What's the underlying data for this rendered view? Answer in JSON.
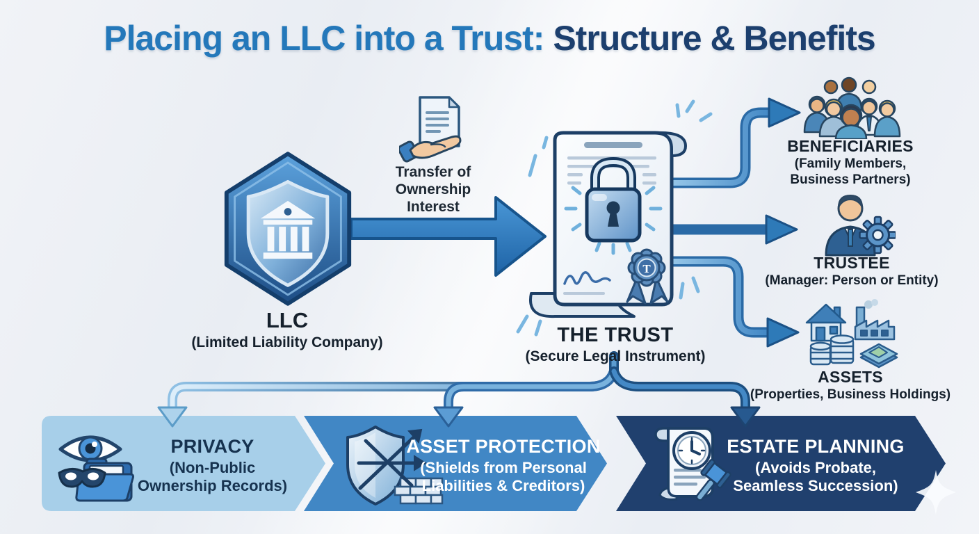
{
  "title": {
    "part1": "Placing an LLC into a Trust: ",
    "part2": "Structure & Benefits"
  },
  "llc": {
    "name": "LLC",
    "subtitle": "(Limited Liability Company)",
    "icon": "shield-bank-hexagon-icon"
  },
  "transfer": {
    "label": "Transfer of\nOwnership\nInterest",
    "icon": "hand-holding-document-icon"
  },
  "trust": {
    "name": "THE TRUST",
    "subtitle": "(Secure Legal Instrument)",
    "seal_letter": "T",
    "icon": "scroll-padlock-seal-icon"
  },
  "recipients": [
    {
      "name": "BENEFICIARIES",
      "subtitle": "(Family Members,\nBusiness Partners)",
      "icon": "people-group-icon"
    },
    {
      "name": "TRUSTEE",
      "subtitle": "(Manager: Person or Entity)",
      "icon": "businessperson-gear-icon"
    },
    {
      "name": "ASSETS",
      "subtitle": "(Properties, Business Holdings)",
      "icon": "house-factory-coins-land-icon"
    }
  ],
  "benefits": [
    {
      "name": "PRIVACY",
      "subtitle": "(Non-Public\nOwnership Records)",
      "icon": "eye-mask-folder-icon",
      "color": "#a7cfe9",
      "text_color": "#16324f"
    },
    {
      "name": "ASSET PROTECTION",
      "subtitle": "(Shields from Personal\nLiabilities & Creditors)",
      "icon": "shield-arrows-wall-icon",
      "color": "#4187c5",
      "text_color": "#ffffff"
    },
    {
      "name": "ESTATE PLANNING",
      "subtitle": "(Avoids Probate,\nSeamless Succession)",
      "icon": "scroll-clock-gavel-icon",
      "color": "#20406e",
      "text_color": "#ffffff"
    }
  ],
  "palette": {
    "background": "#edf0f5",
    "title_primary": "#2478ba",
    "title_secondary": "#1c3f6e",
    "arrow_blue": "#2e7ab8",
    "connector_light": "#b8d8ee",
    "connector_dark": "#27598f",
    "node_outline": "#1d3f66",
    "text_dark": "#15202c"
  }
}
